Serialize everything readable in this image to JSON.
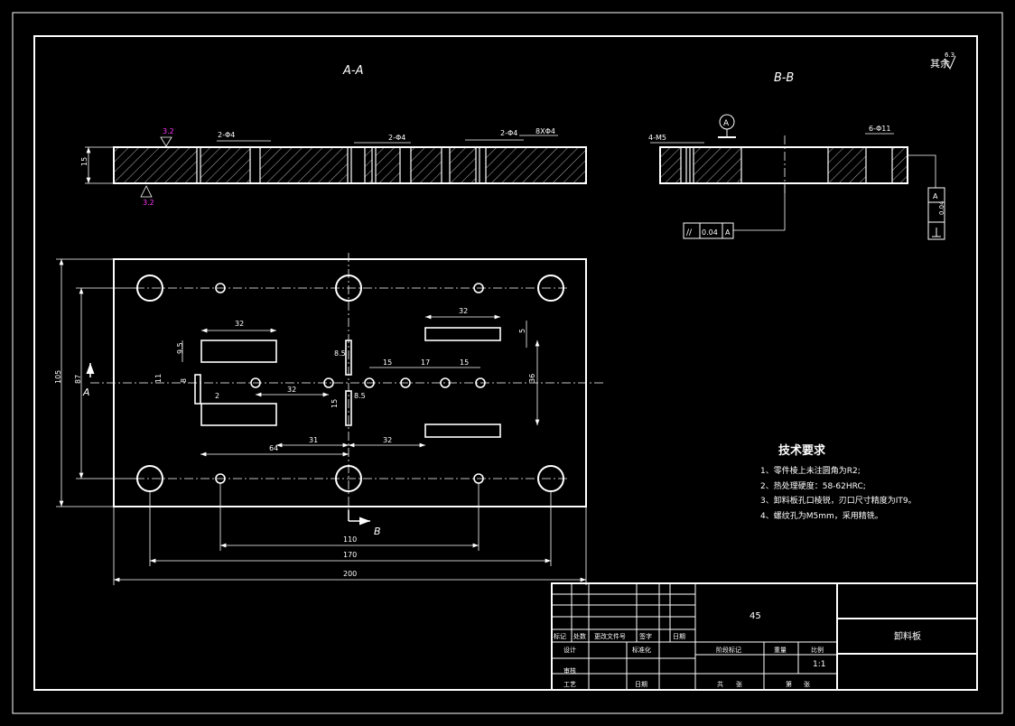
{
  "drawing": {
    "section_aa_title": "A-A",
    "section_bb_title": "B-B",
    "roughness_corner": "其余",
    "roughness_corner_value": "6.3",
    "roughness_top": "3.2",
    "roughness_bottom": "3.2",
    "top_labels": {
      "holes_2_phi4_a": "2-Φ4",
      "holes_2_phi4_b": "2-Φ4",
      "holes_2_phi4_c": "2-Φ4",
      "holes_8_phi4": "8XΦ4",
      "thickness": "15"
    },
    "bb_labels": {
      "thread": "4-M5",
      "holes_6_phi11": "6-Φ11",
      "datum": "A",
      "parallel_symbol": "//",
      "parallel_tol": "0.04",
      "parallel_datum": "A",
      "perp_tol": "0.04",
      "perp_datum": "A"
    },
    "plan_dims": {
      "d32_left": "32",
      "d32_right": "32",
      "d9_5": "9.5",
      "d8_5_top": "8.5",
      "d8_5_bottom": "8.5",
      "d15_a": "15",
      "d17": "17",
      "d15_b": "15",
      "d5": "5",
      "d2": "2",
      "d32_mid": "32",
      "d11": "11",
      "d8": "8",
      "d15_v": "15",
      "d64": "64",
      "d31": "31",
      "d32_low": "32",
      "d36": "36",
      "d105": "105",
      "d87": "87",
      "d110": "110",
      "d170": "170",
      "d200": "200",
      "view_a": "A",
      "view_b": "B"
    },
    "tech_requirements": {
      "title": "技术要求",
      "items": [
        "1、零件棱上未注圆角为R2;",
        "2、热处理硬度：58-62HRC;",
        "3、卸料板孔口棱锐，刃口尺寸精度为IT9。",
        "4、螺纹孔为M5mm，采用精铣。"
      ]
    },
    "title_block": {
      "material": "45",
      "part_name": "卸料板",
      "scale": "1:1",
      "row_labels": {
        "mark": "标记",
        "count": "处数",
        "change_doc": "更改文件号",
        "signature": "签字",
        "date": "日期",
        "design": "设计",
        "standardize": "标准化",
        "review": "审核",
        "process": "工艺",
        "date2": "日期",
        "stage_mark": "阶段标记",
        "weight": "重量",
        "ratio": "比例",
        "total": "共",
        "sheets": "张",
        "sheet_no": "第",
        "sheet_unit": "张"
      }
    }
  }
}
